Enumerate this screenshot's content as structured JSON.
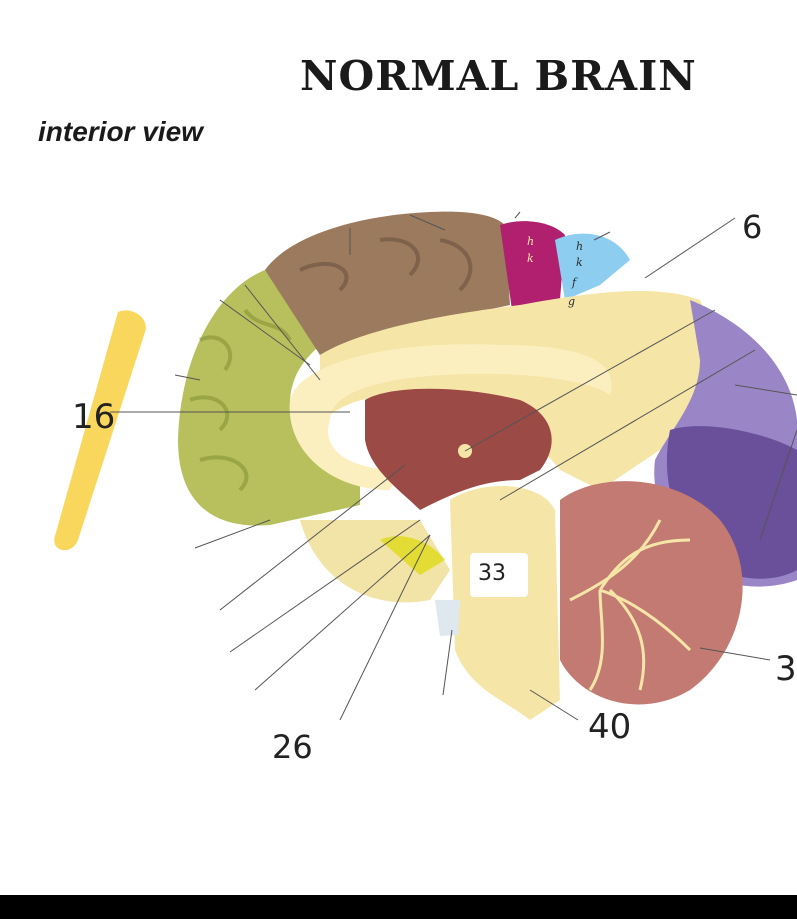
{
  "title": "NORMAL BRAIN",
  "subtitle": "interior view",
  "handwritten_labels": {
    "l1": "6",
    "l2": "16",
    "l3": "33",
    "l4": "3",
    "l5": "40",
    "l6": "26"
  },
  "region_letters": {
    "magenta": [
      "h",
      "k"
    ],
    "blue": [
      "h",
      "k",
      "f",
      "g"
    ]
  },
  "colors": {
    "frontal": "#b7c05c",
    "parietal": "#9b7a5e",
    "somatosensory": "#b0206e",
    "motor": "#8ccdf0",
    "limbic": "#f5e6a8",
    "occipital": "#7a62a8",
    "cerebellum": "#c27a72",
    "highlight": "#f8d34a"
  }
}
